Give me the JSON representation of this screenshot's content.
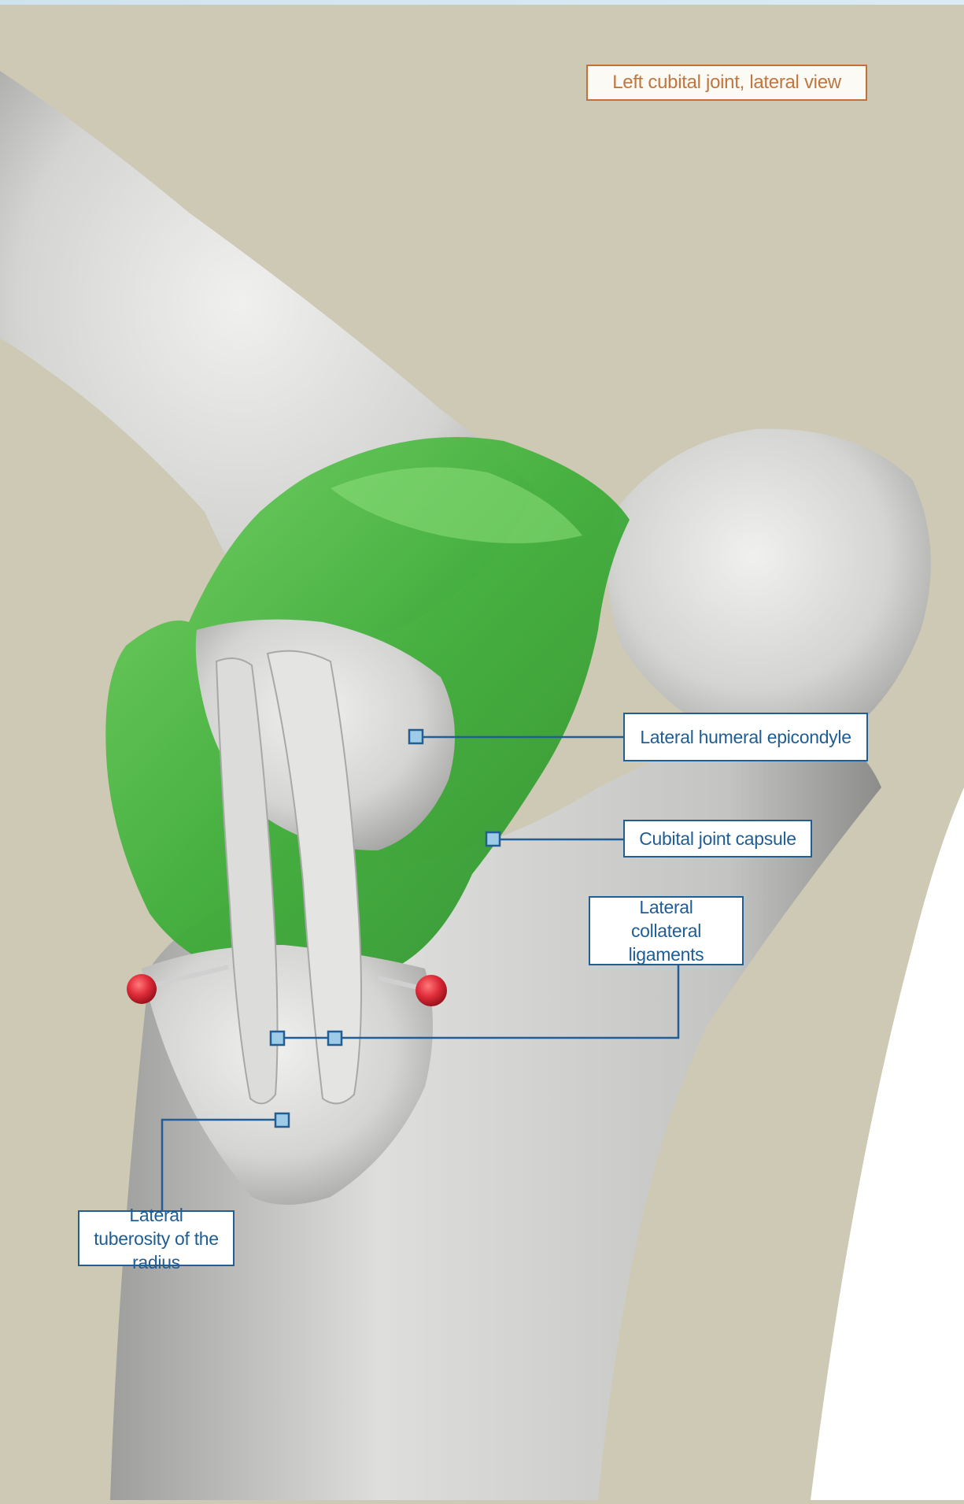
{
  "figure": {
    "view_title": "Left cubital joint, lateral view",
    "colors": {
      "background": "#cdc9b4",
      "bone": "#d8d8d6",
      "joint_capsule": "#4cb848",
      "leader_line": "#215e93",
      "title_accent": "#c5703a",
      "ligament_markers": "#e02c3a"
    }
  },
  "labels": {
    "lateral_humeral_epicondyle": "Lateral humeral epicondyle",
    "cubital_joint_capsule": "Cubital joint capsule",
    "lateral_collateral_ligaments": "Lateral collateral ligaments",
    "lateral_tuberosity_radius": "Lateral tuberosity of the radius"
  }
}
